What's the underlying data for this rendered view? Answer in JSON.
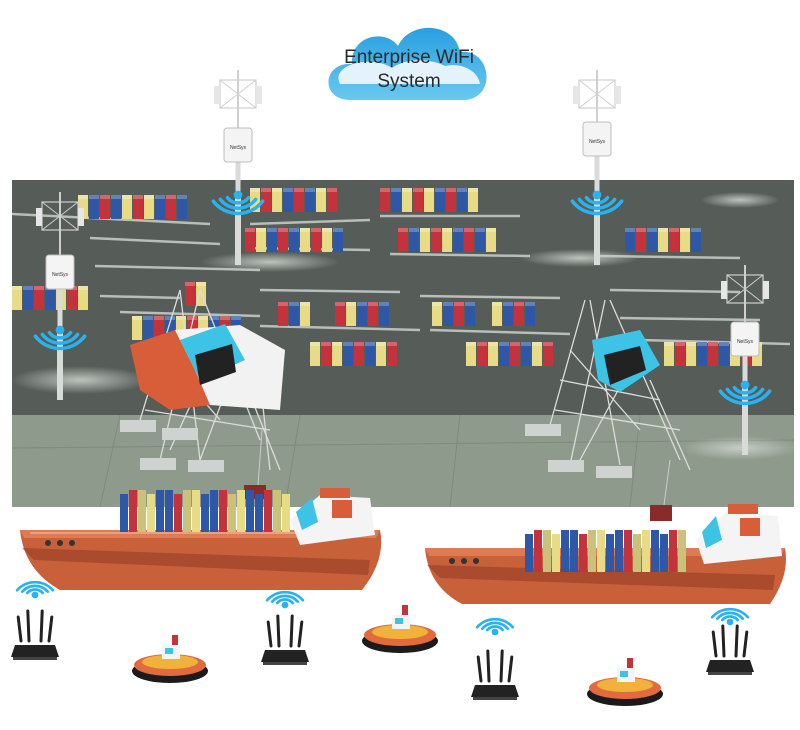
{
  "cloud": {
    "line1": "Enterprise WiFi",
    "line2": "System"
  },
  "colors": {
    "yard": "#565c57",
    "quay": "#8e9a8b",
    "ship_hull": "#c8603a",
    "ship_hull_dark": "#8f3b20",
    "wifi_signal": "#1f6fb6",
    "wifi_signal_light": "#2bb2ee",
    "cloud": "#3db1e6",
    "container_blue": "#2e58a6",
    "container_red": "#c4333c",
    "container_yellow": "#e7dc85",
    "crane_cabin": "#3dc3e6",
    "router": "#222222"
  },
  "icons": [
    "cloud-icon",
    "access-point-icon",
    "wifi-signal-icon",
    "router-icon",
    "crane-icon",
    "cargo-ship-icon",
    "tugboat-icon",
    "container-icon"
  ],
  "access_point_logo": "NetSys"
}
